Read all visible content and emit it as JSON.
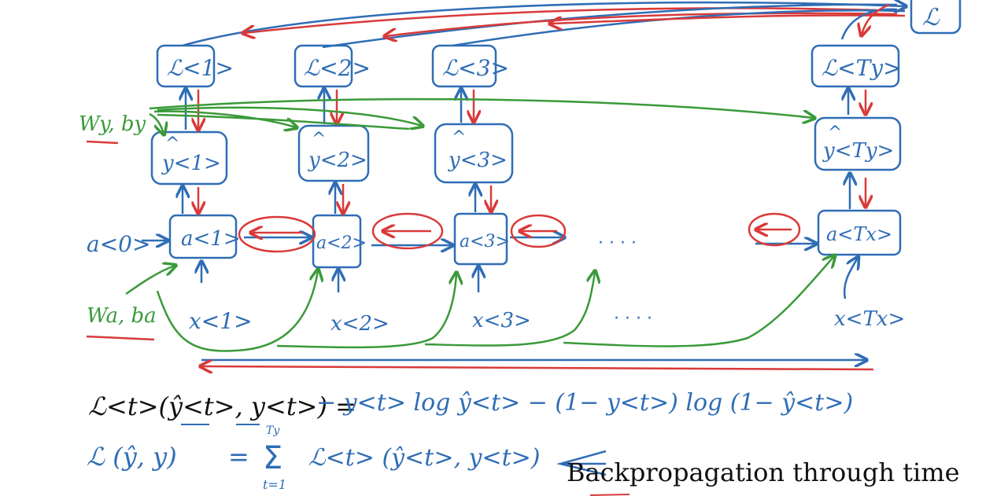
{
  "nodes": {
    "loss": [
      "ℒ<1>",
      "ℒ<2>",
      "ℒ<3>",
      "ℒ<Ty>"
    ],
    "total_loss": "ℒ",
    "yhat_hat": "^",
    "yhat": [
      "y<1>",
      "y<2>",
      "y<3>",
      "y<Ty>"
    ],
    "act": [
      "a<1>",
      "a<2>",
      "a<3>",
      "a<Tx>"
    ],
    "a0": "a<0>",
    "x": [
      "x<1>",
      "x<2>",
      "x<3>",
      "x<Tx>"
    ],
    "dots": "· · · ·"
  },
  "params": {
    "wy": "Wy, by",
    "wa": "Wa, ba"
  },
  "equations": {
    "loss_t_lhs": "ℒ<t>(ŷ<t>, y<t>) =",
    "loss_t_rhs": "− y<t> log ŷ<t> − (1− y<t>) log (1− ŷ<t>)",
    "sum_top": "Ty",
    "sum_sym": "Σ",
    "sum_bottom": "t=1",
    "total_lhs": "ℒ (ŷ, y)",
    "total_eq": "=",
    "total_rhs": "ℒ<t> (ŷ<t>, y<t>)"
  },
  "caption": "Backpropagation through time",
  "colors": {
    "forward": "#2f6db5",
    "backward": "#d93a3a",
    "params": "#3a9a3a",
    "text": "#111111"
  }
}
